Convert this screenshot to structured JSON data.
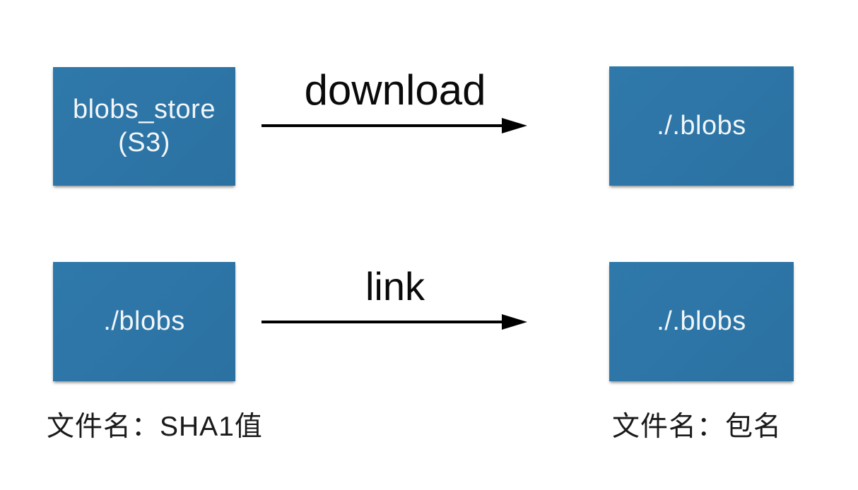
{
  "diagram": {
    "background_color": "#ffffff",
    "box_color": "#2d75a6",
    "box_text_color": "#f2f6f8",
    "arrow_color": "#000000",
    "caption_color": "#1a1a1a",
    "nodes": {
      "blobs_store": {
        "line1": "blobs_store",
        "line2": "(S3)"
      },
      "top_right": {
        "label": "./.blobs"
      },
      "bottom_left": {
        "label": "./blobs"
      },
      "bottom_right": {
        "label": "./.blobs"
      }
    },
    "arrows": {
      "download": {
        "label": "download",
        "direction": "left-to-right"
      },
      "link": {
        "label": "link",
        "direction": "left-to-right"
      }
    },
    "captions": {
      "left": "文件名：SHA1值",
      "right": "文件名：包名"
    }
  }
}
